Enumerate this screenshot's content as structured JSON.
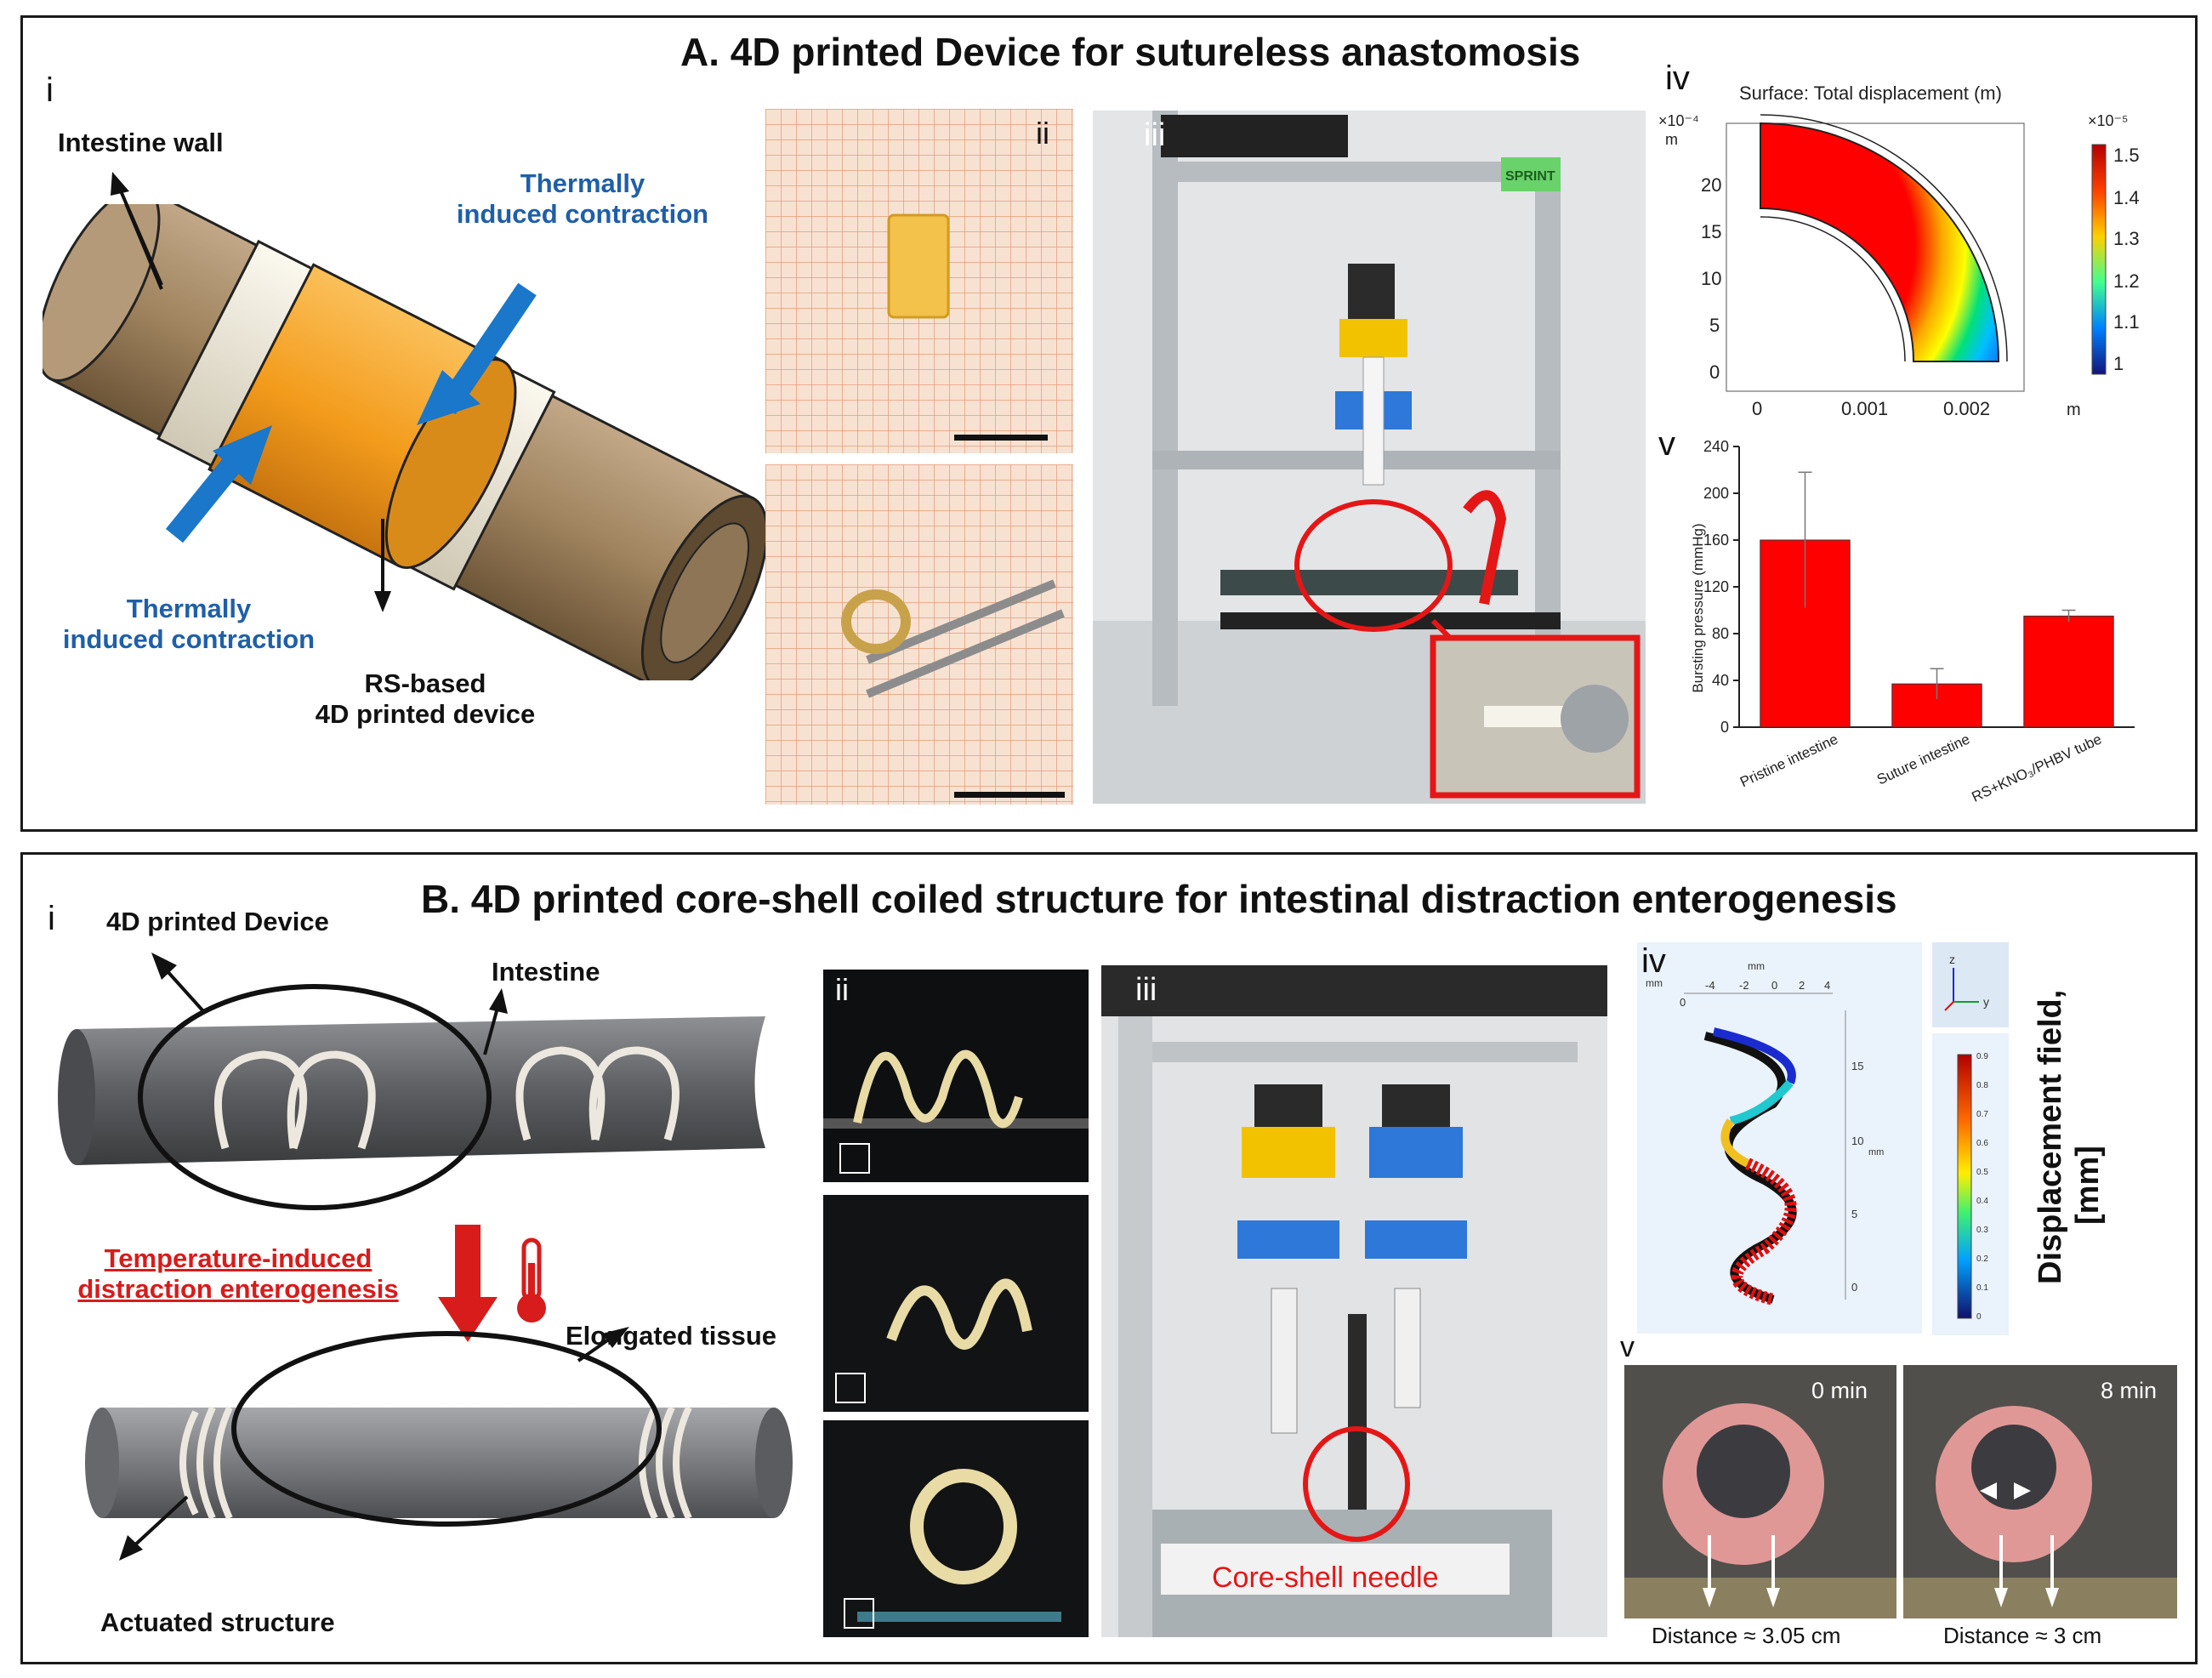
{
  "panelA": {
    "title": "A. 4D printed Device for sutureless anastomosis",
    "sub_i": "i",
    "sub_ii": "ii",
    "sub_iii": "iii",
    "sub_iv": "iv",
    "sub_v": "v",
    "labels": {
      "intestine_wall": "Intestine wall",
      "thermal_top_1": "Thermally",
      "thermal_top_2": "induced contraction",
      "thermal_bot_1": "Thermally",
      "thermal_bot_2": "induced contraction",
      "device_1": "RS-based",
      "device_2": "4D printed device"
    },
    "printer_brand": "SPRINT",
    "fem": {
      "title": "Surface: Total displacement (m)",
      "y_exp": "×10⁻⁴",
      "y_unit": "m",
      "y_ticks": [
        "20",
        "15",
        "10",
        "5",
        "0"
      ],
      "x_ticks": [
        "0",
        "0.001",
        "0.002"
      ],
      "x_unit": "m",
      "cb_exp": "×10⁻⁵",
      "cb_ticks": [
        "1.5",
        "1.4",
        "1.3",
        "1.2",
        "1.1",
        "1"
      ]
    }
  },
  "chart_data": {
    "type": "bar",
    "categories": [
      "Pristine intestine",
      "Suture intestine",
      "RS+KNO₃/PHBV tube"
    ],
    "values": [
      160,
      37,
      95
    ],
    "errors": [
      58,
      13,
      5
    ],
    "ylabel": "Bursting pressure (mmHg)",
    "ylim": [
      0,
      240
    ],
    "yticks": [
      0,
      40,
      80,
      120,
      160,
      200,
      240
    ],
    "bar_color": "#ff0000",
    "grid": false,
    "title": "",
    "xlabel": ""
  },
  "panelB": {
    "title": "B. 4D printed core-shell coiled structure for intestinal distraction enterogenesis",
    "sub_i": "i",
    "sub_ii": "ii",
    "sub_iii": "iii",
    "sub_iv": "iv",
    "sub_v": "v",
    "labels": {
      "device": "4D printed Device",
      "intestine": "Intestine",
      "temp_1": "Temperature-induced",
      "temp_2": "distraction enterogenesis",
      "elongated": "Elongated tissue",
      "actuated": "Actuated structure",
      "needle": "Core-shell needle"
    },
    "sim": {
      "x_unit": "mm",
      "y_unit": "mm",
      "x_ticks": [
        "0",
        "-4",
        "-2",
        "0",
        "2",
        "4"
      ],
      "z_ticks": [
        "15",
        "10",
        "5",
        "0"
      ],
      "z_unit": "mm",
      "axis_z": "z",
      "axis_y": "y",
      "cb_ticks": [
        "0.9",
        "0.8",
        "0.7",
        "0.6",
        "0.5",
        "0.4",
        "0.3",
        "0.2",
        "0.1",
        "0"
      ],
      "cb_label_1": "Displacement field,",
      "cb_label_2": "[mm]"
    },
    "time_left": "0 min",
    "time_right": "8 min",
    "dist_left": "Distance ≈ 3.05 cm",
    "dist_right": "Distance ≈ 3 cm"
  },
  "colors": {
    "tube_brown": "#a48a6c",
    "device_orange": "#f5a623",
    "arrow_blue": "#1a77c9",
    "red": "#d81b1b"
  }
}
